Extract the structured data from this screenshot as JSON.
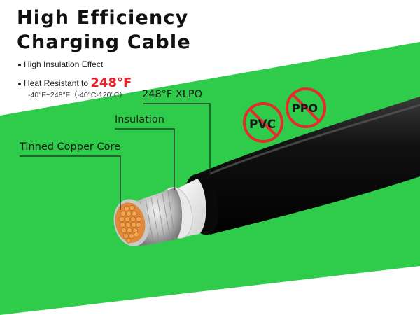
{
  "headline": {
    "line1": "High Efficiency",
    "line2": "Charging Cable"
  },
  "features": [
    {
      "text": "High Insulation Effect"
    },
    {
      "text": "Heat Resistant to",
      "highlight": "248°F"
    }
  ],
  "temperature_range": "-40°F~248°F（-40°C-120°C）",
  "labels": {
    "jacket": "248°F XLPO",
    "insulation": "Insulation",
    "core": "Tinned Copper Core"
  },
  "badges": {
    "pvc": "PVC",
    "ppo": "PPO"
  },
  "colors": {
    "green_band": "#2fcc4b",
    "prohibit_red": "#e52b2b",
    "highlight_red": "#e8202a",
    "core_copper": "#e0893a"
  }
}
